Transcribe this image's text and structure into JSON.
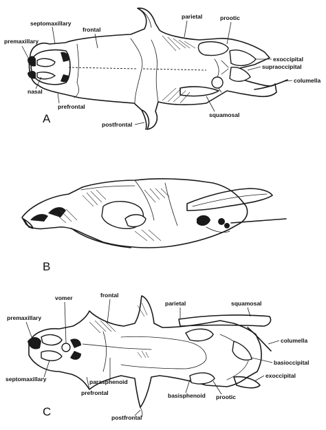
{
  "panels": {
    "A": {
      "letter": "A",
      "labels": {
        "septomaxillary": "septomaxillary",
        "premaxillary": "premaxillary",
        "nasal": "nasal",
        "frontal": "frontal",
        "prefrontal": "prefrontal",
        "postfrontal": "postfrontal",
        "parietal": "parietal",
        "prootic": "prootic",
        "exoccipital": "exoccipital",
        "supraoccipital": "supraoccipital",
        "columella": "columella",
        "squamosal": "squamosal"
      }
    },
    "B": {
      "letter": "B"
    },
    "C": {
      "letter": "C",
      "labels": {
        "vomer": "vomer",
        "premaxillary": "premaxillary",
        "frontal": "frontal",
        "parietal": "parietal",
        "squamosal": "squamosal",
        "columella": "columella",
        "basioccipital": "basioccipital",
        "exoccipital": "exoccipital",
        "septomaxillary": "septomaxillary",
        "parasphenoid": "parasphenoid",
        "prefrontal": "prefrontal",
        "postfrontal": "postfrontal",
        "basisphenoid": "basisphenoid",
        "prootic": "prootic"
      }
    }
  }
}
